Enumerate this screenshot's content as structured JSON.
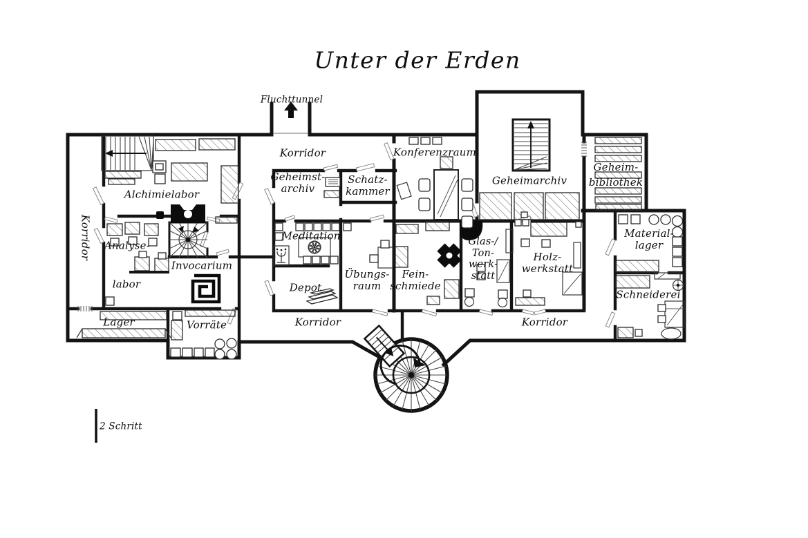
{
  "title": "Unter der Erden",
  "scale_label": "2 Schritt",
  "exits": {
    "fluchttunnel": "Fluchttunnel"
  },
  "corridors": {
    "top": "Korridor",
    "left": "Korridor",
    "bottom_left": "Korridor",
    "bottom_right": "Korridor"
  },
  "rooms": {
    "alchimielabor": {
      "name": "Alchimielabor"
    },
    "analyselabor": {
      "line1": "Analyse-",
      "line2": "labor"
    },
    "invocarium": {
      "name": "Invocarium"
    },
    "lager": {
      "name": "Lager"
    },
    "vorraete": {
      "name": "Vorräte"
    },
    "geheimstarchiv": {
      "line1": "Geheimst-",
      "line2": "archiv"
    },
    "schatzkammer": {
      "line1": "Schatz-",
      "line2": "kammer"
    },
    "meditation": {
      "name": "Meditation"
    },
    "depot": {
      "name": "Depot"
    },
    "uebungsraum": {
      "line1": "Übungs-",
      "line2": "raum"
    },
    "feinschmiede": {
      "line1": "Fein-",
      "line2": "schmiede"
    },
    "glastonwerkstatt": {
      "line1": "Glas-/",
      "line2": "Ton-",
      "line3": "werk-",
      "line4": "statt"
    },
    "holzwerkstatt": {
      "line1": "Holz-",
      "line2": "werkstatt"
    },
    "konferenzraum": {
      "name": "Konferenzraum"
    },
    "geheimarchiv": {
      "name": "Geheimarchiv"
    },
    "geheimbibliothek": {
      "line1": "Geheim-",
      "line2": "bibliothek"
    },
    "materiallager": {
      "line1": "Material-",
      "line2": "lager"
    },
    "schneiderei": {
      "name": "Schneiderei"
    }
  },
  "colors": {
    "wall": "#141414",
    "background": "#ffffff",
    "hatch_line": "#777777",
    "door_mark": "#8a8a8a"
  }
}
